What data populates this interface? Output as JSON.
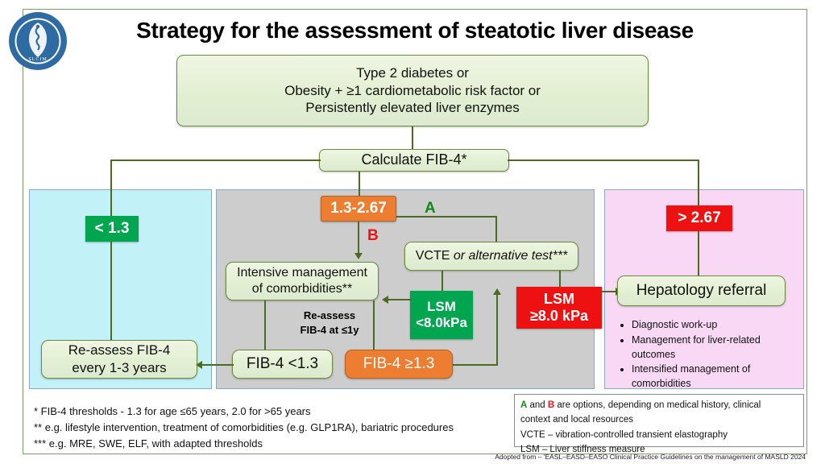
{
  "title": "Strategy for the assessment of steatotic liver disease",
  "logo": {
    "name": "slcim-logo",
    "org": "Sri Lanka College of Internal Medicine",
    "acronym": "SLCIM"
  },
  "nodes": {
    "entry": "Type 2 diabetes or\nObesity + ≥1 cardiometabolic risk factor or\nPersistently elevated liver enzymes",
    "entry_lines": [
      "Type 2 diabetes or",
      "Obesity + ≥1 cardiometabolic risk factor or",
      "Persistently elevated liver enzymes"
    ],
    "calculate": "Calculate FIB-4*",
    "vcte_main": "VCTE",
    "vcte_alt": "or alternative test***",
    "intensive_lines": [
      "Intensive management",
      "of comorbidities**"
    ],
    "reassess_years_lines": [
      "Re-assess FIB-4",
      "every 1-3 years"
    ],
    "reassess_1y_lines": [
      "Re-assess",
      "FIB-4 at ≤1y"
    ],
    "fib4_low": "FIB-4 <1.3",
    "fib4_high": "FIB-4 ≥1.3",
    "hepatology": "Hepatology referral"
  },
  "chips": {
    "low": "< 1.3",
    "mid": "1.3-2.67",
    "high": "> 2.67",
    "lsm_low_lines": [
      "LSM",
      "<8.0kPa"
    ],
    "lsm_high_lines": [
      "LSM",
      "≥8.0 kPa"
    ]
  },
  "branch_labels": {
    "a": "A",
    "b": "B"
  },
  "pink_bullets": [
    "Diagnostic work-up",
    "Management for liver-related outcomes",
    "Intensified management of comorbidities"
  ],
  "footnotes": [
    "* FIB-4 thresholds - 1.3 for age ≤65 years,  2.0 for >65 years",
    "** e.g.  lifestyle intervention, treatment of comorbidities (e.g. GLP1RA), bariatric procedures",
    "*** e.g. MRE, SWE, ELF, with adapted thresholds"
  ],
  "legend": {
    "line1_a": "A",
    "line1_mid": " and ",
    "line1_b": "B",
    "line1_rest": " are options, depending on medical history, clinical",
    "line2": "context and local resources",
    "line3": "VCTE – vibration-controlled transient elastography",
    "line4": "LSM – Liver stiffness measure"
  },
  "credit": "Adopted from – 'EASL–EASD–EASO Clinical Practice Guidelines on the management of MASLD 2024",
  "colors": {
    "green": "#00a550",
    "red": "#ee1111",
    "orange": "#ed7d31",
    "node_green": "#e3efd2",
    "node_border": "#6e8b3d",
    "connector": "#4b6b22",
    "panel_cyan": "#c3f1f8",
    "panel_gray": "#cdcdcd",
    "panel_pink": "#f9d8f5",
    "panel_border": "#8ba8c4"
  }
}
